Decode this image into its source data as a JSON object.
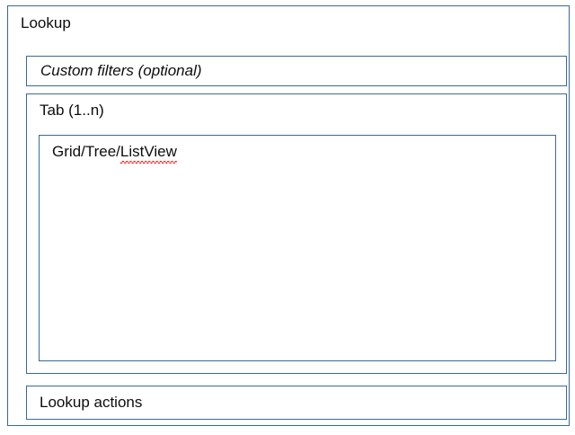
{
  "diagram": {
    "title": "Lookup",
    "colors": {
      "border": "#39699b",
      "background": "#ffffff",
      "text": "#0d0d0d",
      "spellcheck_underline": "#ee1c1c"
    },
    "sections": {
      "lookup_container": {
        "label": "Lookup"
      },
      "custom_filters": {
        "label": "Custom filters (optional)"
      },
      "tab_panel": {
        "label": "Tab (1..n)"
      },
      "grid_view": {
        "label_prefix": "Grid/Tree/",
        "label_misspelled": "ListView",
        "label_full": "Grid/Tree/ListView"
      },
      "lookup_actions": {
        "label": "Lookup actions"
      }
    }
  }
}
